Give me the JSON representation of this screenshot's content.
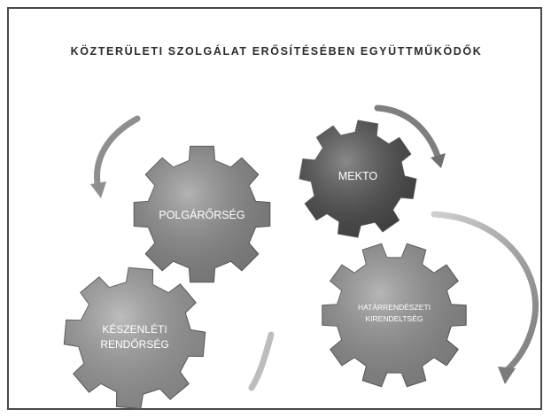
{
  "title": "KÖZTERÜLETI SZOLGÁLAT ERŐSÍTÉSÉBEN EGYÜTTMŰKÖDŐK",
  "gears": [
    {
      "id": "polgarorseg",
      "lines": [
        "POLGÁRŐRSÉG"
      ],
      "color": "#8a8a8a"
    },
    {
      "id": "mekto",
      "lines": [
        "MEKTO"
      ],
      "color": "#4a4a4a"
    },
    {
      "id": "keszenleti",
      "lines": [
        "KÉSZENLÉTI",
        "RENDŐRSÉG"
      ],
      "color": "#9a9a9a"
    },
    {
      "id": "hatarrendeszeti",
      "lines": [
        "HATÁRRENDÉSZETI",
        "KIRENDELTSÉG"
      ],
      "color": "#8f8f8f"
    }
  ],
  "arrow_color": "#8c8c8c"
}
